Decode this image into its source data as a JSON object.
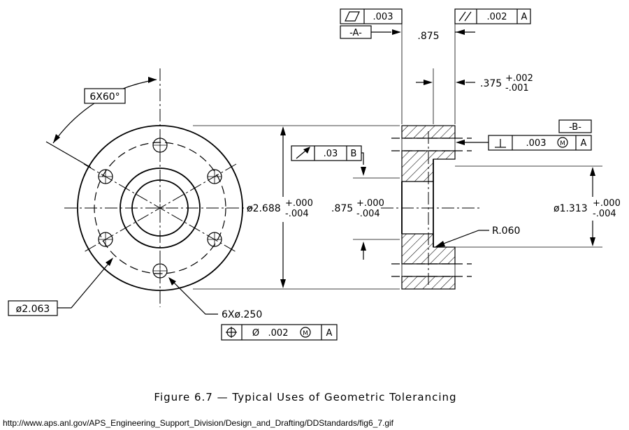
{
  "datum_a": {
    "flatness_value": ".003",
    "datum_label": "-A-"
  },
  "parallelism": {
    "value": ".002",
    "datum": "A"
  },
  "dim_875_top": ".875",
  "dim_375": {
    "base": ".375",
    "upper": "+.002",
    "lower": "-.001"
  },
  "datum_b": {
    "label": "-B-",
    "perpendicularity_value": ".003",
    "modifier": "M",
    "datum": "A"
  },
  "runout": {
    "value": ".03",
    "datum": "B"
  },
  "angle_callout": "6X60°",
  "dia_2688": {
    "base": "ø2.688",
    "upper": "+.000",
    "lower": "-.004"
  },
  "dia_875": {
    "base": ".875",
    "upper": "+.000",
    "lower": "-.004"
  },
  "dia_1313": {
    "base": "ø1.313",
    "upper": "+.000",
    "lower": "-.004"
  },
  "radius_label": "R.060",
  "bolt_circle_label": "ø2.063",
  "holes_label": "6Xø.250",
  "position_fcf": {
    "diameter_symbol": "Ø",
    "value": ".002",
    "modifier": "M",
    "datum": "A"
  },
  "caption": "Figure 6.7 — Typical Uses of Geometric Tolerancing",
  "source_url": "http://www.aps.anl.gov/APS_Engineering_Support_Division/Design_and_Drafting/DDStandards/fig6_7.gif"
}
